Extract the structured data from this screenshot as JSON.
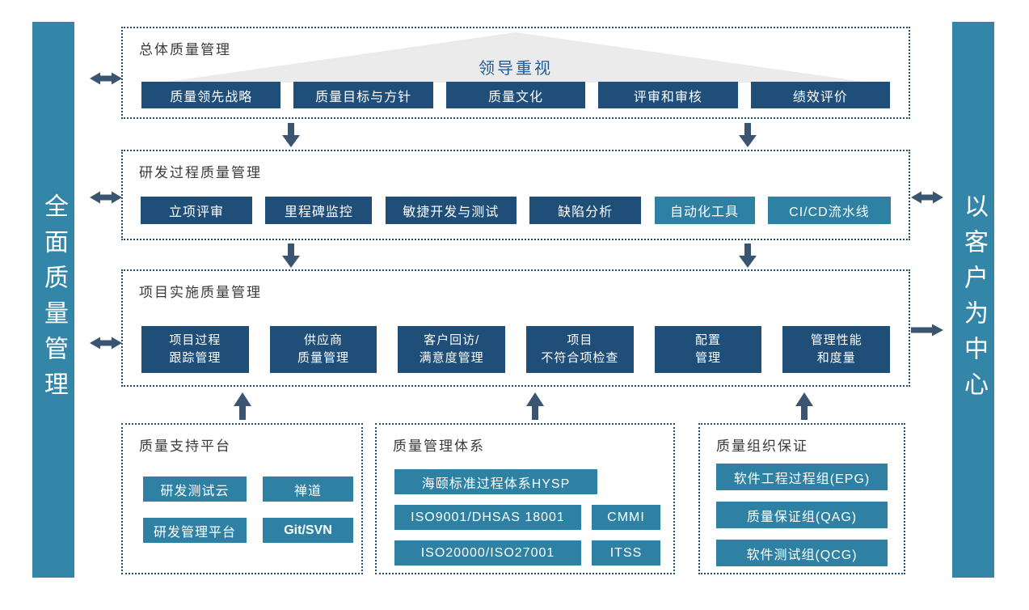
{
  "colors": {
    "navy_button": "#1f4e79",
    "teal_button": "#2e81a2",
    "side_bar": "#3486a8",
    "dotted_border": "#1f4e79",
    "arrow": "#3a5572",
    "triangle_fill": "#ebebeb",
    "banner_text": "#215c98",
    "title_text": "#3a3a3a"
  },
  "sidebars": {
    "left": {
      "text": "全面质量管理"
    },
    "right": {
      "text": "以客户为中心"
    }
  },
  "sections": {
    "overall": {
      "title": "总体质量管理",
      "banner": "领导重视",
      "items": [
        {
          "label": "质量领先战略",
          "color": "navy"
        },
        {
          "label": "质量目标与方针",
          "color": "navy"
        },
        {
          "label": "质量文化",
          "color": "navy"
        },
        {
          "label": "评审和审核",
          "color": "navy"
        },
        {
          "label": "绩效评价",
          "color": "navy"
        }
      ]
    },
    "rnd": {
      "title": "研发过程质量管理",
      "items": [
        {
          "label": "立项评审",
          "color": "navy"
        },
        {
          "label": "里程碑监控",
          "color": "navy"
        },
        {
          "label": "敏捷开发与测试",
          "color": "navy"
        },
        {
          "label": "缺陷分析",
          "color": "navy"
        },
        {
          "label": "自动化工具",
          "color": "teal"
        },
        {
          "label": "CI/CD流水线",
          "color": "teal"
        }
      ]
    },
    "project": {
      "title": "项目实施质量管理",
      "items": [
        {
          "line1": "项目过程",
          "line2": "跟踪管理"
        },
        {
          "line1": "供应商",
          "line2": "质量管理"
        },
        {
          "line1": "客户回访/",
          "line2": "满意度管理"
        },
        {
          "line1": "项目",
          "line2": "不符合项检查"
        },
        {
          "line1": "配置",
          "line2": "管理"
        },
        {
          "line1": "管理性能",
          "line2": "和度量"
        }
      ]
    },
    "platform": {
      "title": "质量支持平台",
      "items": [
        {
          "label": "研发测试云"
        },
        {
          "label": "禅道"
        },
        {
          "label": "研发管理平台"
        },
        {
          "label": "Git/SVN"
        }
      ]
    },
    "system": {
      "title": "质量管理体系",
      "wide_item": "海颐标准过程体系HYSP",
      "rows": [
        {
          "left": "ISO9001/DHSAS 18001",
          "right": "CMMI"
        },
        {
          "left": "ISO20000/ISO27001",
          "right": "ITSS"
        }
      ]
    },
    "organization": {
      "title": "质量组织保证",
      "items": [
        {
          "label": "软件工程过程组(EPG)"
        },
        {
          "label": "质量保证组(QAG)"
        },
        {
          "label": "软件测试组(QCG)"
        }
      ]
    }
  }
}
